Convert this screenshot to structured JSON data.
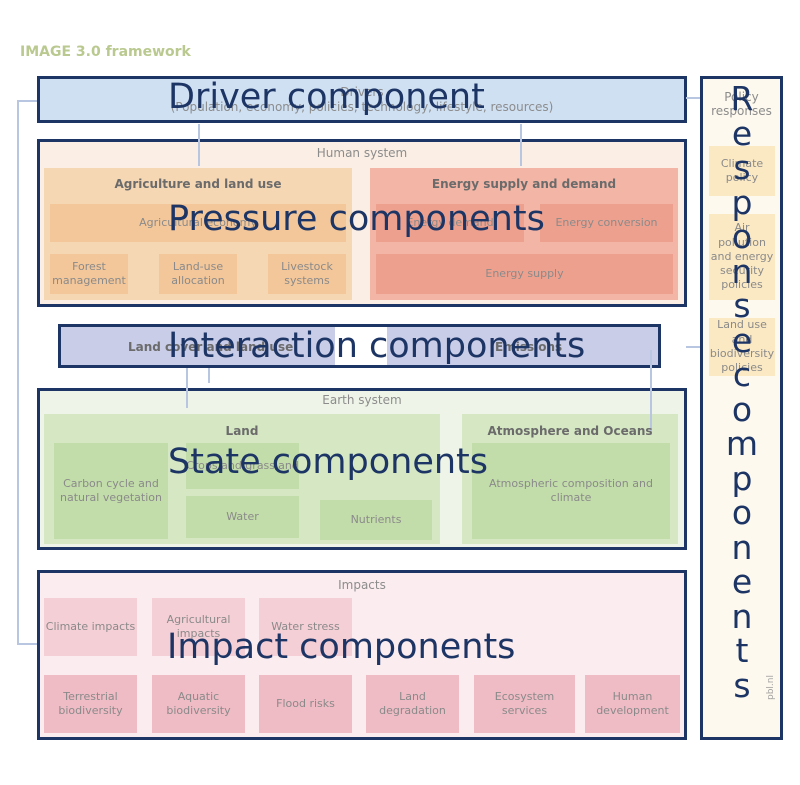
{
  "title": "IMAGE 3.0 framework",
  "driver": {
    "component_label": "Driver component",
    "header": "Drivers",
    "subtext": "(Population, economy, policies, technology, lifestyle, resources)"
  },
  "pressure": {
    "component_label": "Pressure components",
    "header": "Human system",
    "agriculture": {
      "title": "Agriculture and land use",
      "economy": "Agricultural economy",
      "boxes": [
        "Forest management",
        "Land-use allocation",
        "Livestock systems"
      ]
    },
    "energy": {
      "title": "Energy supply and demand",
      "demand": "Energy demand",
      "conversion": "Energy conversion",
      "supply": "Energy supply"
    }
  },
  "interaction": {
    "component_label": "Interaction components",
    "left": "Land cover and land use",
    "right": "Emissions"
  },
  "state": {
    "component_label": "State components",
    "header": "Earth system",
    "land": {
      "title": "Land",
      "carbon": "Carbon cycle and natural vegetation",
      "crops": "Crops and grassland",
      "water": "Water",
      "nutrients": "Nutrients"
    },
    "atmosphere": {
      "title": "Atmosphere and Oceans",
      "composition": "Atmospheric composition and climate"
    }
  },
  "impact": {
    "component_label": "Impact components",
    "header": "Impacts",
    "top_boxes": [
      "Climate impacts",
      "Agricultural impacts",
      "Water stress"
    ],
    "bottom_boxes": [
      "Terrestrial biodiversity",
      "Aquatic biodiversity",
      "Flood risks",
      "Land degradation",
      "Ecosystem services",
      "Human development"
    ]
  },
  "response": {
    "component_label": "Response components",
    "header": "Policy responses",
    "items": [
      "Climate policy",
      "Air pollution and energy security policies",
      "Land use and biodiversity policies"
    ]
  },
  "watermark": "pbl.nl"
}
